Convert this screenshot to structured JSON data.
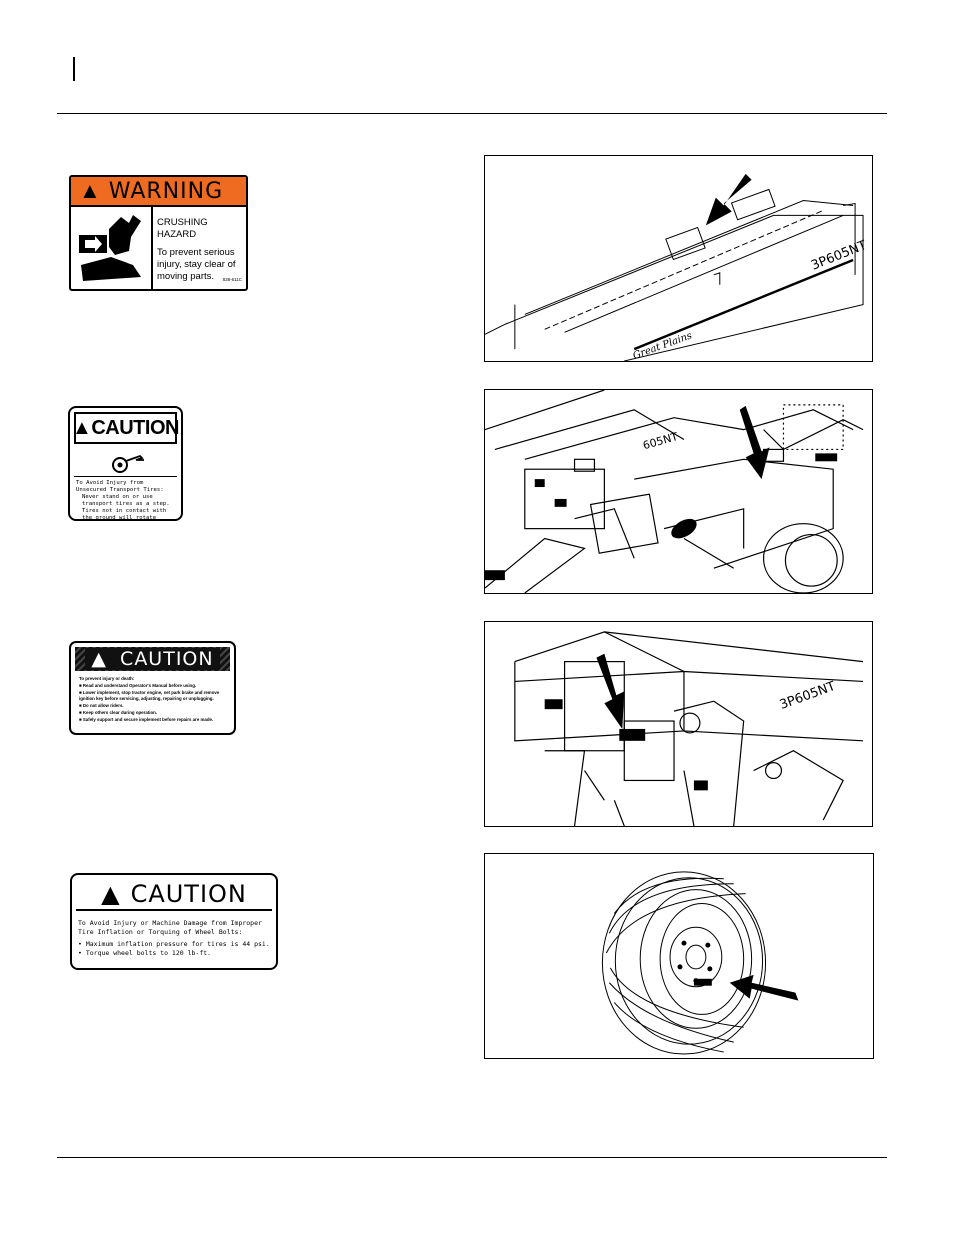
{
  "decals": {
    "warning": {
      "signal_word": "WARNING",
      "hazard": "CRUSHING HAZARD",
      "instruction": "To prevent serious injury, stay clear of moving parts.",
      "part_no": "838-611C"
    },
    "caution_tire": {
      "signal_word": "CAUTION",
      "title": "To Avoid Injury from Unsecured Transport Tires:",
      "items": [
        "Never stand on or use transport tires as a step.",
        "Tires not in contact with the ground will rotate easily."
      ]
    },
    "caution_general": {
      "signal_word": "CAUTION",
      "title": "To prevent injury or death:",
      "items": [
        "Read and understand Operator's Manual before using.",
        "Lower implement, stop tractor engine, set park brake and remove ignition key before servicing, adjusting, repairing or unplugging.",
        "Do not allow riders.",
        "Keep others clear during operation.",
        "Safely support and secure implement before repairs are made."
      ]
    },
    "caution_wheel": {
      "signal_word": "CAUTION",
      "title": "To Avoid Injury or Machine Damage from Improper Tire Inflation or Torquing of Wheel Bolts:",
      "items": [
        "Maximum inflation pressure for tires is 44 psi.",
        "Torque wheel bolts to 120 lb-ft."
      ]
    }
  },
  "photos": {
    "photo1": {
      "model_text": "3P605NT",
      "brand_text": "Great Plains"
    },
    "photo2": {
      "model_text": "605NT"
    },
    "photo3": {
      "model_text": "3P605NT"
    }
  },
  "colors": {
    "warning_orange": "#ef6b22"
  },
  "icons": [
    "warning-triangle-icon",
    "crushing-hand-icon",
    "tire-icon",
    "arrow-icon"
  ]
}
